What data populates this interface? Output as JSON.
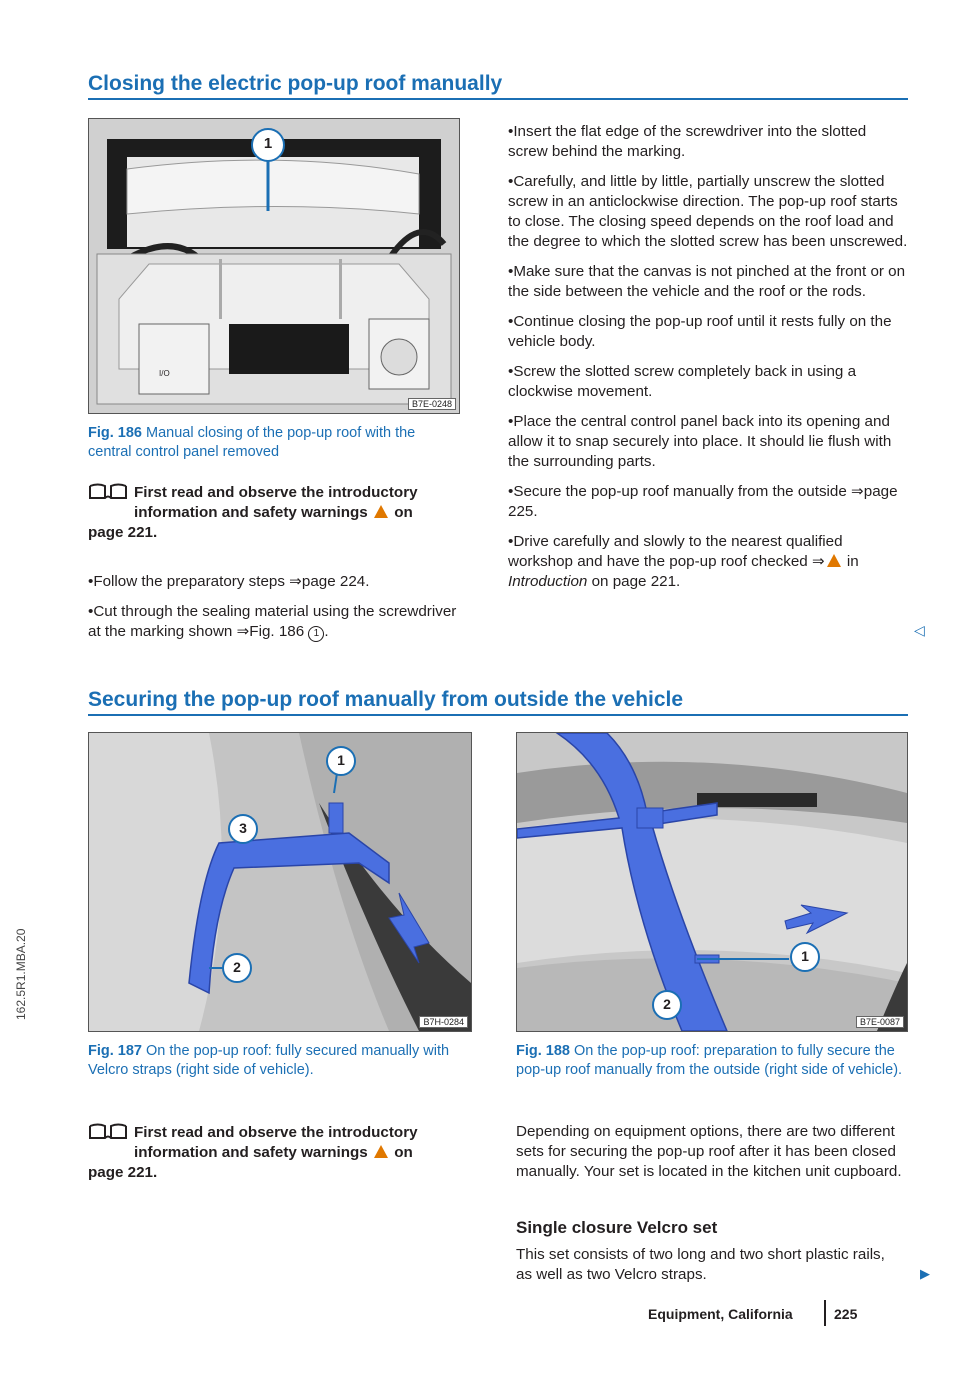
{
  "section1": {
    "title": "Closing the electric pop-up roof manually",
    "figure": {
      "code": "B7E-0248",
      "callouts": [
        "1"
      ],
      "panel_labels": [
        "I/O"
      ],
      "label": "Fig. 186",
      "caption": "Manual closing of the pop-up roof with the central control panel removed"
    },
    "note": {
      "line1": "First read and observe the introductory",
      "line2": "information and safety warnings",
      "line2b": "on",
      "line3": "page 221."
    },
    "left_bullets": [
      "Follow the preparatory steps ⇒page 224.",
      "Cut through the sealing material using the screwdriver at the marking shown ⇒Fig. 186"
    ],
    "left_bullet_ref": "1",
    "right_bullets": [
      "Insert the flat edge of the screwdriver into the slotted screw behind the marking.",
      "Carefully, and little by little, partially unscrew the slotted screw in an anticlockwise direction. The pop-up roof starts to close. The closing speed depends on the roof load and the degree to which the slotted screw has been unscrewed.",
      "Make sure that the canvas is not pinched at the front or on the side between the vehicle and the roof or the rods.",
      "Continue closing the pop-up roof until it rests fully on the vehicle body.",
      "Screw the slotted screw completely back in using a clockwise movement.",
      "Place the central control panel back into its opening and allow it to snap securely into place. It should lie flush with the surrounding parts.",
      "Secure the pop-up roof manually from the outside ⇒page 225."
    ],
    "last_bullet": {
      "text1": "Drive carefully and slowly to the nearest qualified workshop and have the pop-up roof checked",
      "arrow": "⇒",
      "text2": " in ",
      "italic": "Introduction",
      "text3": " on page 221.",
      "end_mark": "◁"
    }
  },
  "section2": {
    "title": "Securing the pop-up roof manually from outside the vehicle",
    "fig187": {
      "code": "B7H-0284",
      "callouts": [
        "1",
        "2",
        "3"
      ],
      "label": "Fig. 187",
      "caption": "On the pop-up roof: fully secured manually with Velcro straps (right side of vehicle)."
    },
    "fig188": {
      "code": "B7E-0087",
      "callouts": [
        "1",
        "2"
      ],
      "label": "Fig. 188",
      "caption": "On the pop-up roof: preparation to fully secure the pop-up roof manually from the outside (right side of vehicle)."
    },
    "note": {
      "line1": "First read and observe the introductory",
      "line2": "information and safety warnings",
      "line2b": "on",
      "line3": "page 221."
    },
    "intro": "Depending on equipment options, there are two different sets for securing the pop-up roof after it has been closed manually. Your set is located in the kitchen unit cupboard.",
    "subheading": "Single closure Velcro set",
    "subtext": "This set consists of two long and two short plastic rails, as well as two Velcro straps.",
    "continue_mark": "▶"
  },
  "footer": {
    "section": "Equipment, California",
    "page": "225"
  },
  "side_code": "162.5R1.MBA.20",
  "colors": {
    "accent": "#1b6fb4",
    "warning": "#e07800",
    "strap": "#4a6fe0"
  }
}
